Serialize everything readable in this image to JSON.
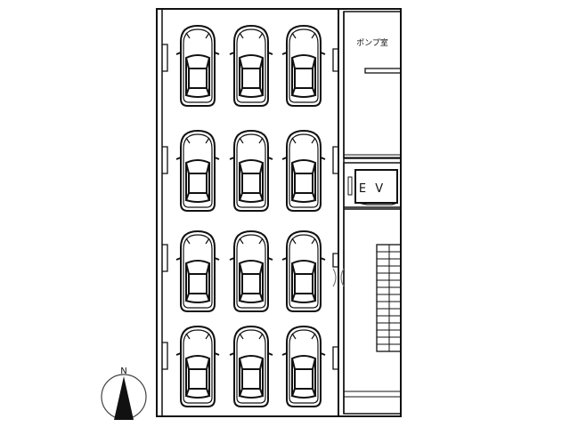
{
  "rooms": {
    "pump_room": "ポンプ室",
    "elevator": "E V"
  },
  "compass": {
    "north_label": "N"
  },
  "parking": {
    "rows": 4,
    "columns": 3,
    "space_count": 12
  }
}
